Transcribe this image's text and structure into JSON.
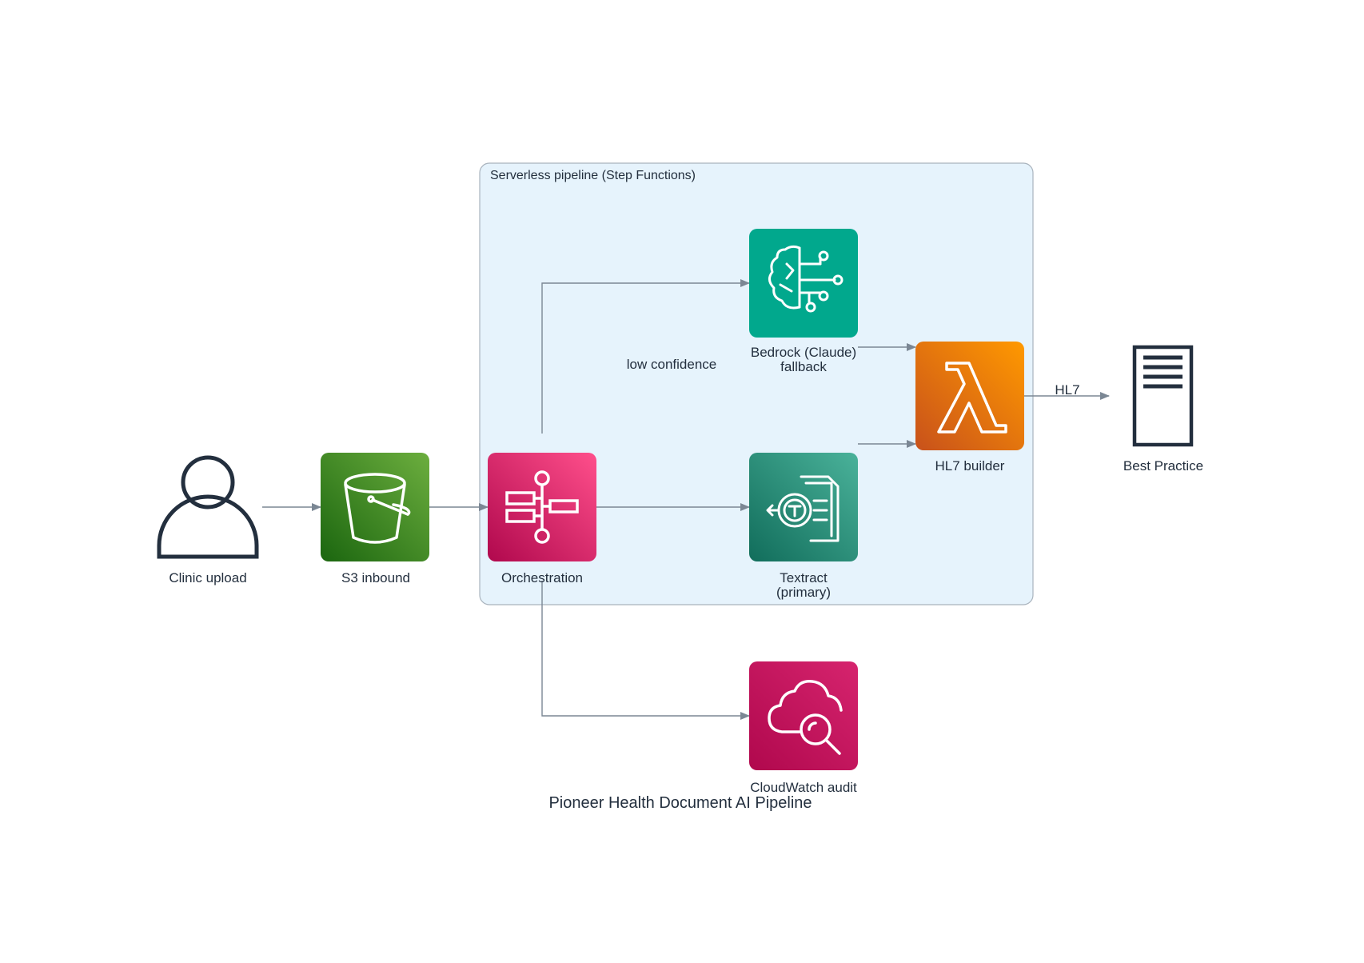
{
  "title": "Pioneer Health Document AI Pipeline",
  "cluster": {
    "label": "Serverless pipeline (Step Functions)"
  },
  "nodes": {
    "clinic": {
      "label": "Clinic upload",
      "icon": "user-icon"
    },
    "s3": {
      "label": "S3 inbound",
      "icon": "s3-bucket-icon",
      "color": "#3f8624"
    },
    "orchestration": {
      "label": "Orchestration",
      "icon": "step-functions-icon",
      "color": "#e7157b"
    },
    "bedrock": {
      "line1": "Bedrock (Claude)",
      "line2": "fallback",
      "icon": "bedrock-brain-icon",
      "color": "#01a88d"
    },
    "textract": {
      "line1": "Textract",
      "line2": "(primary)",
      "icon": "textract-icon",
      "color": "#1b8a6b"
    },
    "hl7": {
      "label": "HL7 builder",
      "icon": "lambda-icon",
      "color": "#ed7100"
    },
    "best": {
      "label": "Best Practice",
      "icon": "server-icon"
    },
    "cloudwatch": {
      "label": "CloudWatch audit",
      "icon": "cloudwatch-icon",
      "color": "#e7157b"
    }
  },
  "edges": {
    "low_confidence": "low confidence",
    "hl7": "HL7"
  }
}
